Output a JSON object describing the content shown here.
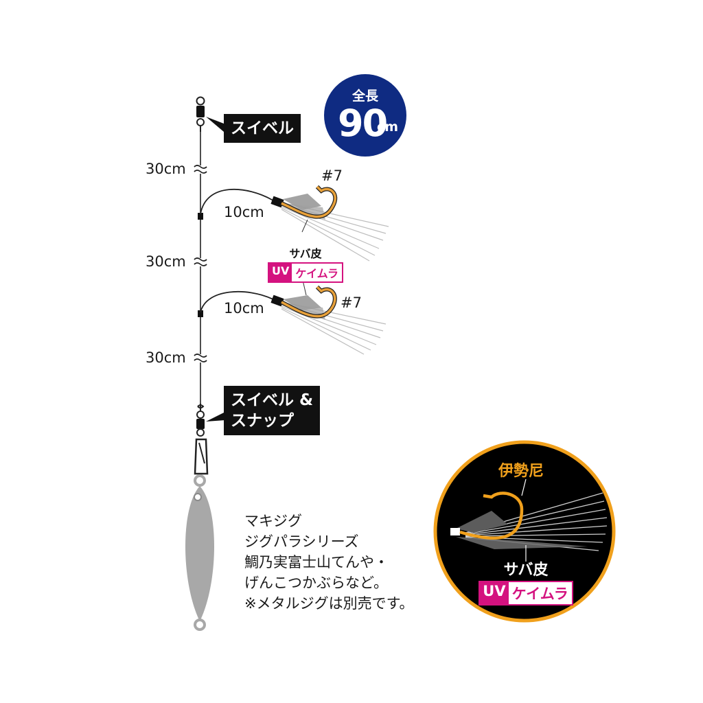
{
  "badge": {
    "label": "全長",
    "value": "90",
    "unit": "cm"
  },
  "callouts": {
    "top_swivel": "スイベル",
    "bottom_swivel_line1": "スイベル &",
    "bottom_swivel_line2": "スナップ"
  },
  "dimensions": {
    "seg1": "30cm",
    "seg2": "30cm",
    "seg3": "30cm",
    "branch1": "10cm",
    "branch2": "10cm"
  },
  "hooks": {
    "upper_size": "#7",
    "lower_size": "#7"
  },
  "skin_label": {
    "material": "サバ皮",
    "uv": "UV",
    "name": "ケイムラ"
  },
  "detail": {
    "hook_name": "伊勢尼",
    "material": "サバ皮",
    "uv": "UV",
    "name": "ケイムラ"
  },
  "note": {
    "lines": [
      "マキジグ",
      "ジグパラシリーズ",
      "鯛乃実富士山てんや・",
      "げんこつかぶらなど。",
      "※メタルジグは別売です。"
    ]
  },
  "colors": {
    "badge": "#0f2b82",
    "callout": "#111111",
    "hook": "#e8a13a",
    "uv_magenta": "#d4127f",
    "detail_ring": "#f0a01c",
    "jig": "#a8a8a8"
  }
}
